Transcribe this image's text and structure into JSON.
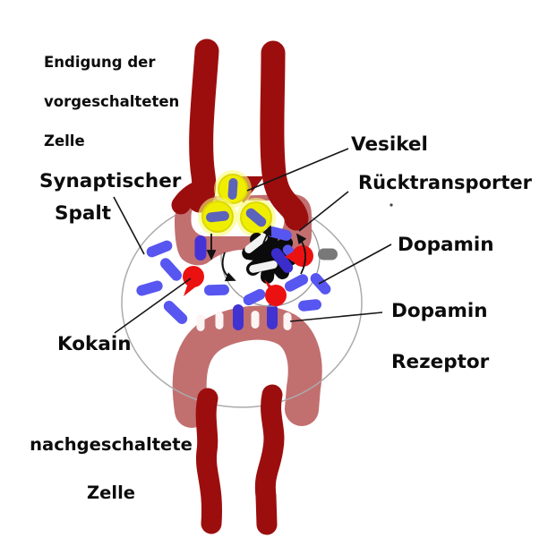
{
  "labels": {
    "presynaptic": {
      "lines": [
        "Endigung der",
        "vorgeschalteten",
        "Zelle"
      ]
    },
    "synaptic_cleft": {
      "lines": [
        "Synaptischer",
        "Spalt"
      ]
    },
    "vesicle": "Vesikel",
    "transporter": "Rücktransporter",
    "dopamine": "Dopamin",
    "dopamine_receptor": {
      "lines": [
        "Dopamin",
        "Rezeptor"
      ]
    },
    "cocaine": "Kokain",
    "postsynaptic": {
      "lines": [
        "nachgeschaltete",
        "Zelle"
      ]
    }
  },
  "colors": {
    "cell_dark_red": "#9c0e0e",
    "cell_light_red": "#c26f70",
    "vesicle_yellow": "#f0ee00",
    "vesicle_glow": "#fafa78",
    "vesicle_pill_blue": "#5c63bb",
    "dopamine_blue": "#5756f0",
    "bound_pill_indigo": "#4132d2",
    "cocaine_red": "#ec1111",
    "blocked_pill_gray": "#787878",
    "transporter_black": "#0b0b0b",
    "outline_gray": "#ababab"
  }
}
